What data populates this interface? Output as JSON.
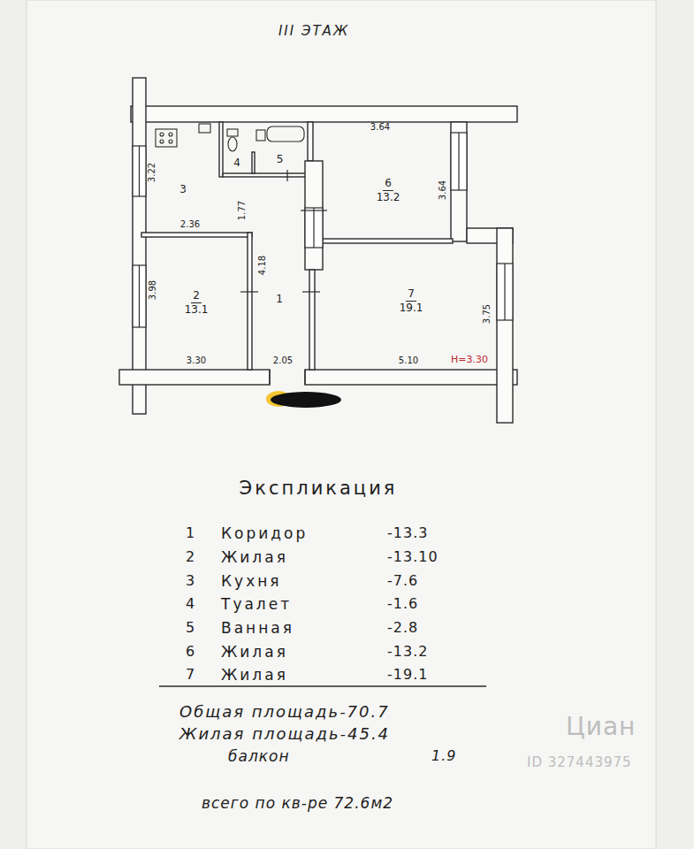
{
  "diagram": {
    "title": "III ЭТАЖ",
    "nodes": [
      {
        "text": [
          "1"
        ]
      },
      {
        "text": [
          "2",
          "13.1"
        ]
      },
      {
        "text": [
          "3"
        ]
      },
      {
        "text": [
          "4"
        ]
      },
      {
        "text": [
          "5"
        ]
      },
      {
        "text": [
          "6",
          "13.2"
        ]
      },
      {
        "text": [
          "7",
          "19.1"
        ]
      }
    ],
    "labels": [
      "3.64",
      "3.22",
      "1.77",
      "3.64",
      "2.36",
      "4.18",
      "3.98",
      "3.75",
      "3.30",
      "2.05",
      "5.10",
      "Н=3.30",
      "Экспликация",
      "1",
      "Коридор",
      "-13.3",
      "2",
      "Жилая",
      "-13.10",
      "3",
      "Кухня",
      "-7.6",
      "4",
      "Туалет",
      "-1.6",
      "5",
      "Ванная",
      "-2.8",
      "6",
      "Жилая",
      "-13.2",
      "7",
      "Жилая",
      "-19.1",
      "Общая площадь-70.7",
      "Жилая площадь-45.4",
      "балкон",
      "1.9",
      "всего по кв-ре 72.6м2",
      "Циан",
      "ID 327443975"
    ]
  }
}
